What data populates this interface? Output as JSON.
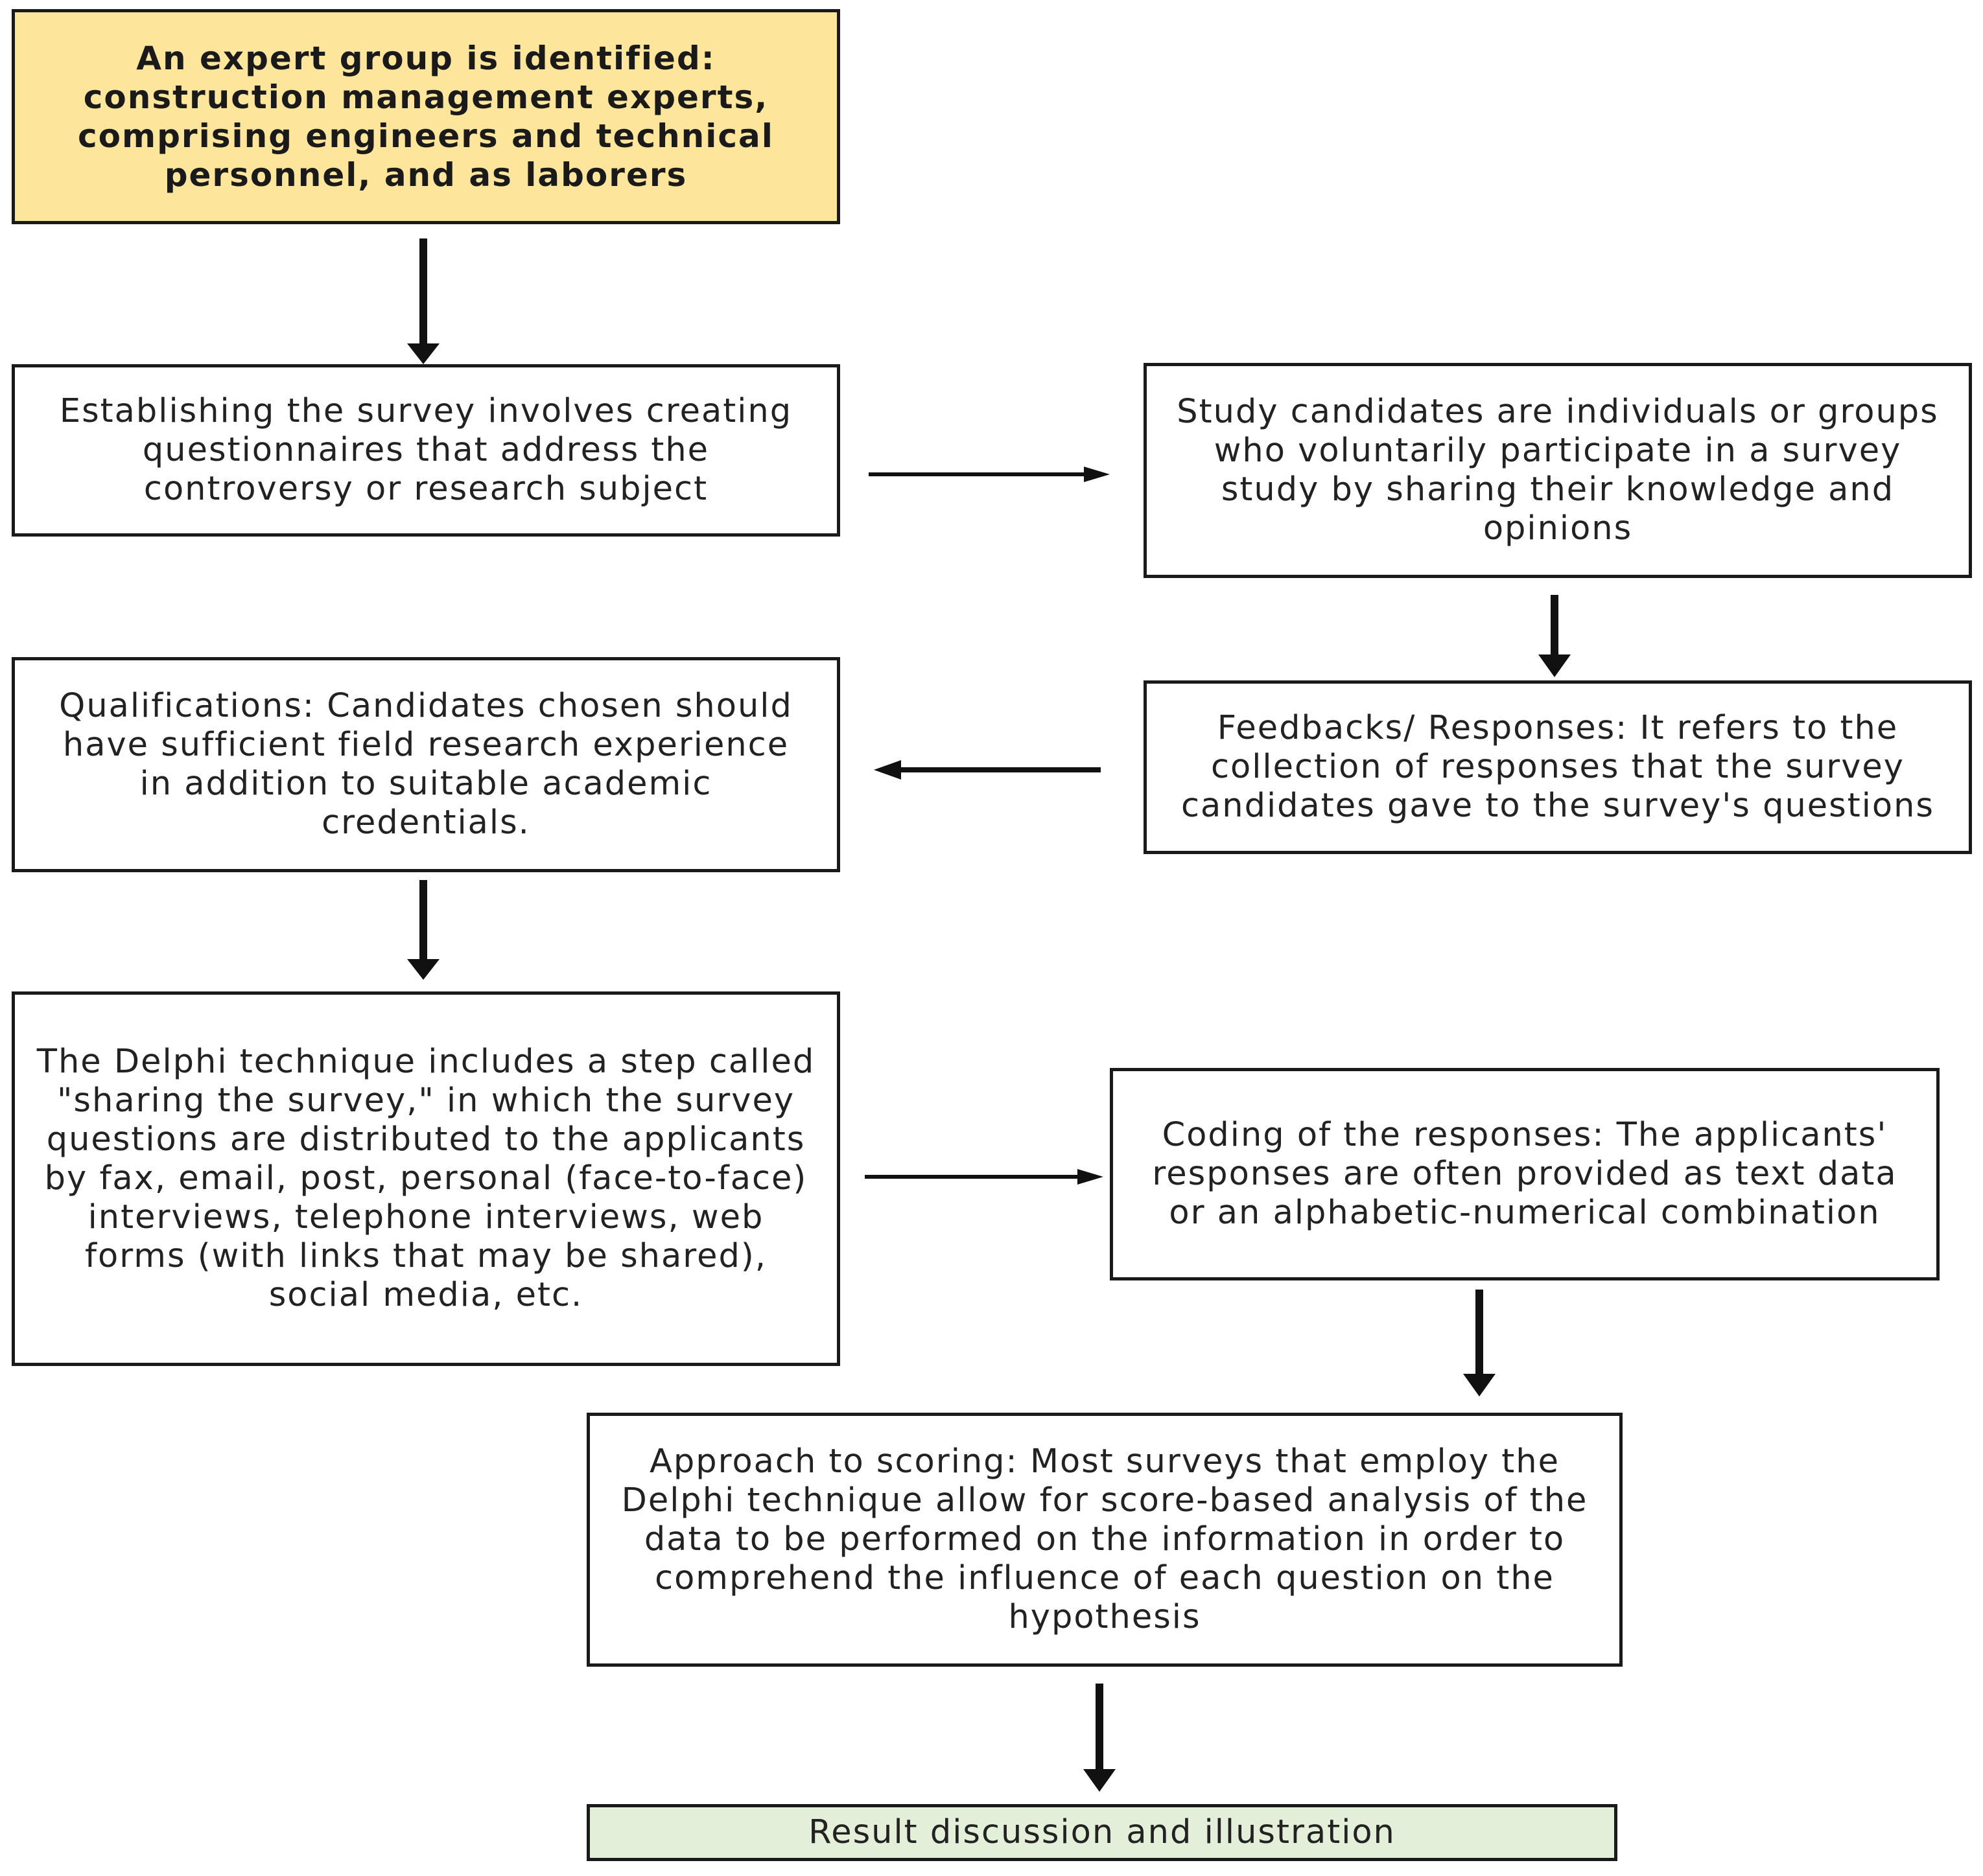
{
  "diagram": {
    "nodes": {
      "expert_group": "An expert group is identified: construction management experts, comprising engineers and technical personnel, and as laborers",
      "establishing_survey": "Establishing the survey involves creating questionnaires that address the controversy or research subject",
      "study_candidates": "Study candidates are individuals or groups who voluntarily participate in a survey study by sharing their knowledge and opinions",
      "qualifications": "Qualifications: Candidates chosen should have sufficient field research experience in addition to suitable academic credentials.",
      "feedbacks": "Feedbacks/ Responses: It refers to the collection of responses that the survey candidates gave to the survey's questions",
      "sharing_survey": "The Delphi technique includes a step called \"sharing the survey,\" in which the survey questions are distributed to the applicants by fax, email, post, personal (face-to-face) interviews, telephone interviews, web forms (with links that may be shared), social media, etc.",
      "coding_responses": "Coding of the responses: The applicants' responses are often provided as text data or an alphabetic-numerical combination",
      "scoring": "Approach to scoring: Most surveys that employ the Delphi technique allow for score-based analysis of the data to be performed on the information in order to comprehend the influence of each question on the hypothesis",
      "result": "Result discussion and illustration"
    },
    "edges": [
      {
        "from": "expert_group",
        "to": "establishing_survey"
      },
      {
        "from": "establishing_survey",
        "to": "study_candidates"
      },
      {
        "from": "study_candidates",
        "to": "feedbacks"
      },
      {
        "from": "feedbacks",
        "to": "qualifications"
      },
      {
        "from": "qualifications",
        "to": "sharing_survey"
      },
      {
        "from": "sharing_survey",
        "to": "coding_responses"
      },
      {
        "from": "coding_responses",
        "to": "scoring"
      },
      {
        "from": "scoring",
        "to": "result"
      }
    ],
    "colors": {
      "start_fill": "#fde59b",
      "end_fill": "#e3efd9",
      "border": "#1a1a1a",
      "arrow": "#111111"
    }
  }
}
